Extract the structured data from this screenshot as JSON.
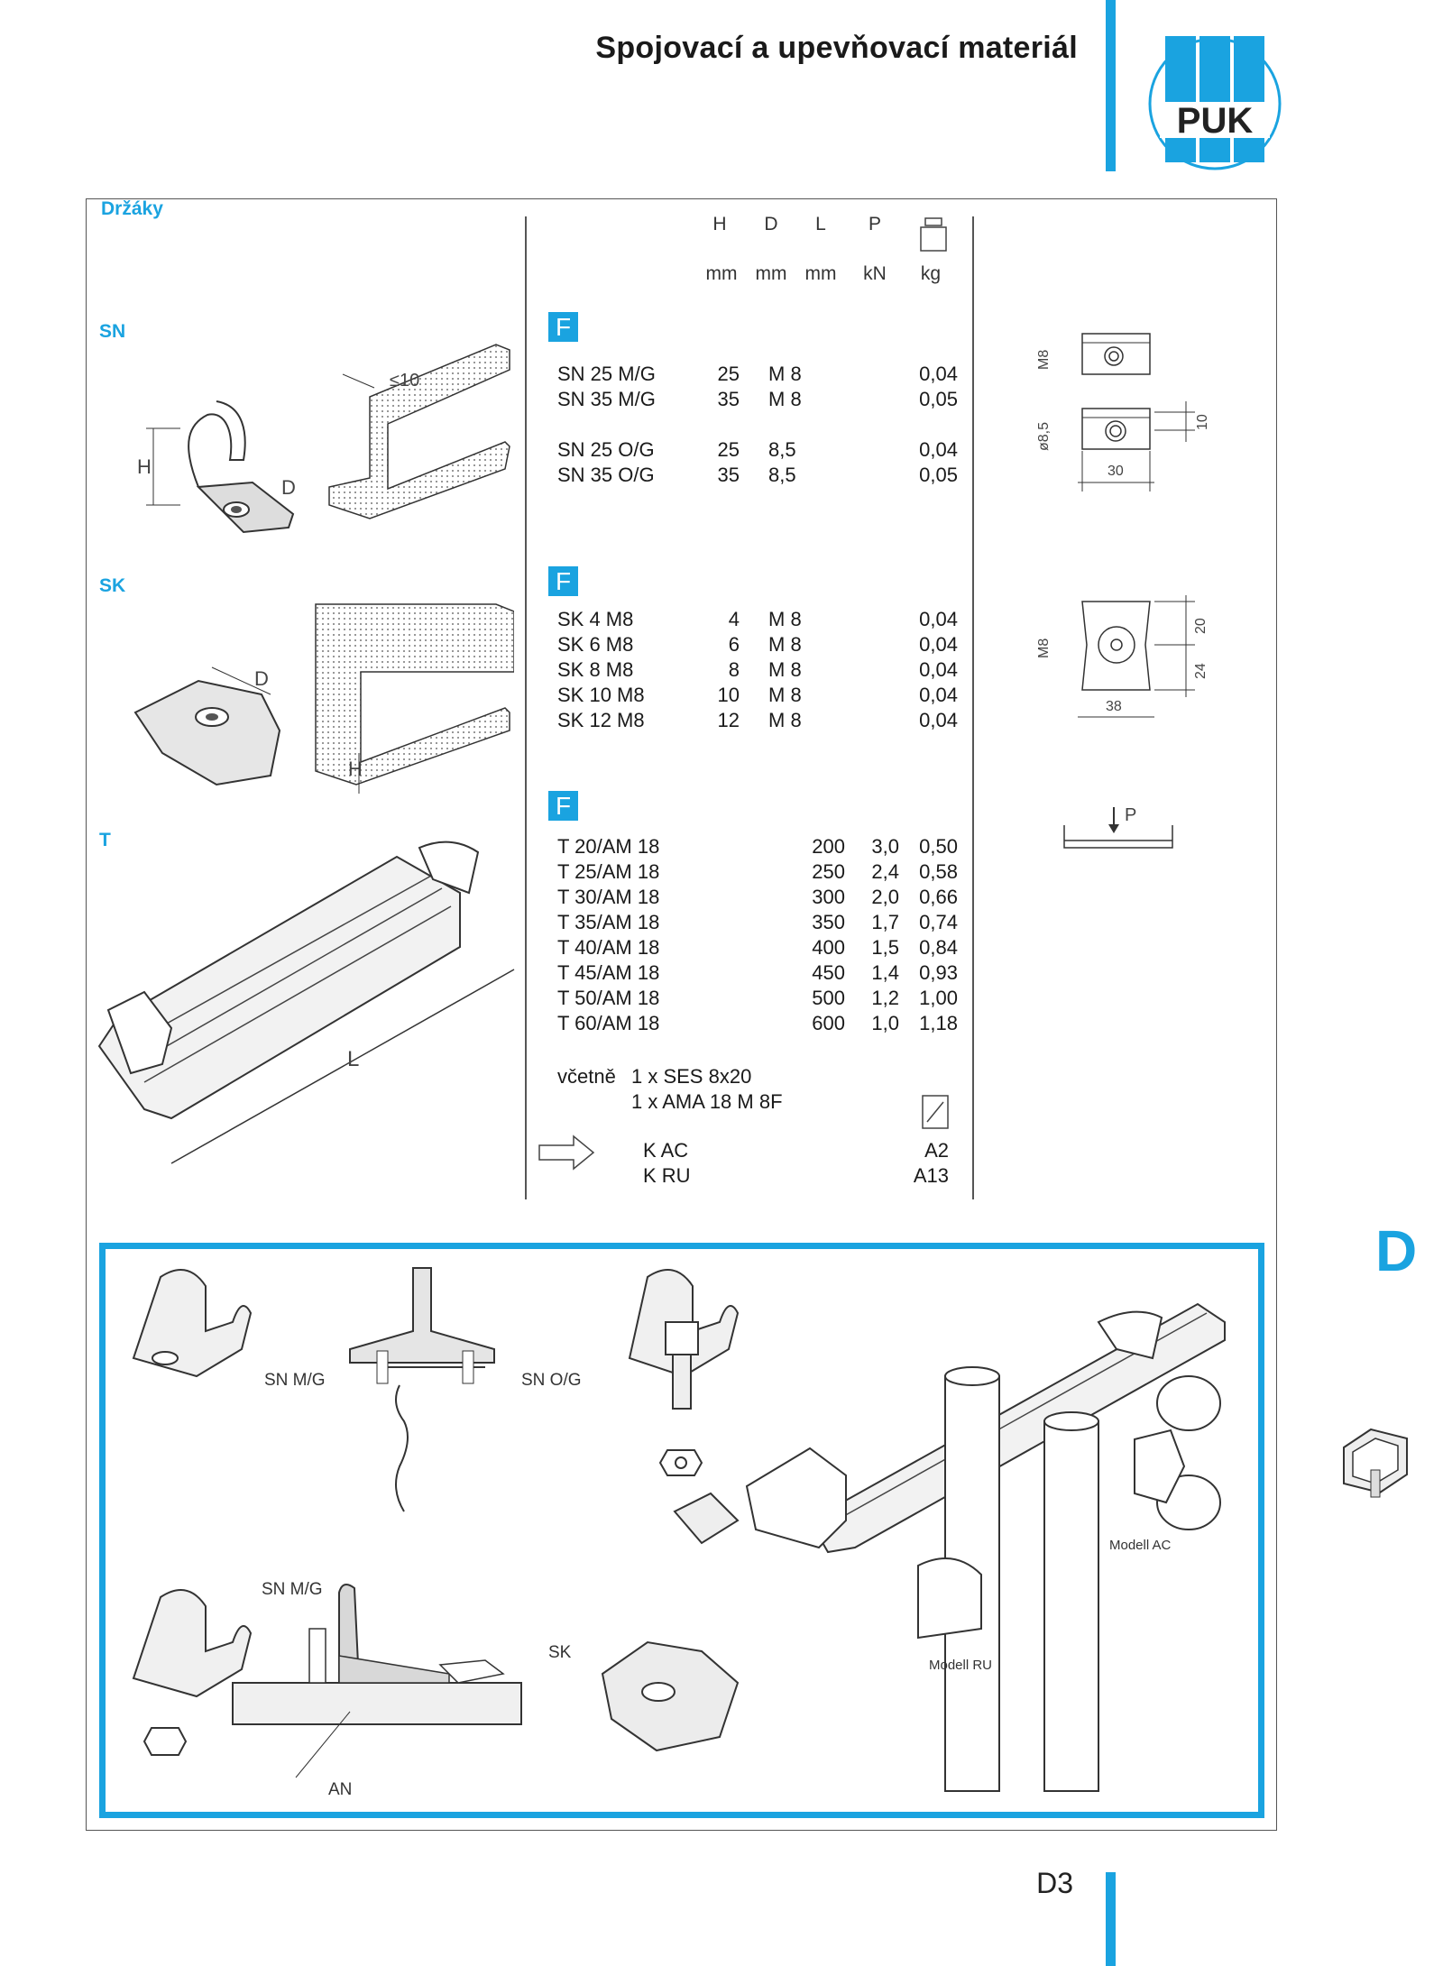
{
  "header": {
    "title": "Spojovací a upevňovací materiál",
    "logo_text": "PUK"
  },
  "section": {
    "title": "Držáky"
  },
  "columns": {
    "h": "H",
    "d": "D",
    "l": "L",
    "p": "P",
    "unit_h": "mm",
    "unit_d": "mm",
    "unit_l": "mm",
    "unit_p": "kN",
    "unit_kg": "kg"
  },
  "groups": {
    "sn": {
      "label": "SN",
      "badge": "F",
      "rows": [
        {
          "name": "SN 25 M/G",
          "h": "25",
          "d": "M 8",
          "kg": "0,04"
        },
        {
          "name": "SN 35 M/G",
          "h": "35",
          "d": "M 8",
          "kg": "0,05"
        },
        {
          "name": "SN 25 O/G",
          "h": "25",
          "d": "8,5",
          "kg": "0,04"
        },
        {
          "name": "SN 35 O/G",
          "h": "35",
          "d": "8,5",
          "kg": "0,05"
        }
      ],
      "drawing_labels": {
        "h": "H",
        "d": "D",
        "t": "≤10"
      },
      "dims": {
        "m8": "M8",
        "d85": "ø8,5",
        "w30": "30",
        "h10": "10"
      }
    },
    "sk": {
      "label": "SK",
      "badge": "F",
      "rows": [
        {
          "name": "SK 4 M8",
          "h": "4",
          "d": "M 8",
          "kg": "0,04"
        },
        {
          "name": "SK 6 M8",
          "h": "6",
          "d": "M 8",
          "kg": "0,04"
        },
        {
          "name": "SK 8 M8",
          "h": "8",
          "d": "M 8",
          "kg": "0,04"
        },
        {
          "name": "SK 10 M8",
          "h": "10",
          "d": "M 8",
          "kg": "0,04"
        },
        {
          "name": "SK 12 M8",
          "h": "12",
          "d": "M 8",
          "kg": "0,04"
        }
      ],
      "drawing_labels": {
        "d": "D",
        "h": "H"
      },
      "dims": {
        "m8": "M8",
        "h20": "20",
        "h24": "24",
        "w38": "38"
      }
    },
    "t": {
      "label": "T",
      "badge": "F",
      "rows": [
        {
          "name": "T 20/AM 18",
          "l": "200",
          "p": "3,0",
          "kg": "0,50"
        },
        {
          "name": "T 25/AM 18",
          "l": "250",
          "p": "2,4",
          "kg": "0,58"
        },
        {
          "name": "T 30/AM 18",
          "l": "300",
          "p": "2,0",
          "kg": "0,66"
        },
        {
          "name": "T 35/AM 18",
          "l": "350",
          "p": "1,7",
          "kg": "0,74"
        },
        {
          "name": "T 40/AM 18",
          "l": "400",
          "p": "1,5",
          "kg": "0,84"
        },
        {
          "name": "T 45/AM 18",
          "l": "450",
          "p": "1,4",
          "kg": "0,93"
        },
        {
          "name": "T 50/AM 18",
          "l": "500",
          "p": "1,2",
          "kg": "1,00"
        },
        {
          "name": "T 60/AM 18",
          "l": "600",
          "p": "1,0",
          "kg": "1,18"
        }
      ],
      "includes_label": "včetně",
      "includes": [
        "1 x SES 8x20",
        "1 x AMA 18 M 8F"
      ],
      "drawing_labels": {
        "l": "L",
        "p": "P"
      }
    }
  },
  "refs": [
    {
      "name": "K AC",
      "page": "A2"
    },
    {
      "name": "K RU",
      "page": "A13"
    }
  ],
  "application": {
    "labels": {
      "sn_mg": "SN M/G",
      "sn_og": "SN O/G",
      "sn_mg2": "SN M/G",
      "sk": "SK",
      "an": "AN",
      "modell_ac": "Modell AC",
      "modell_ru": "Modell RU"
    }
  },
  "side_tab": "D",
  "page_number": "D3",
  "colors": {
    "accent": "#1aa3e0",
    "line": "#555555"
  }
}
